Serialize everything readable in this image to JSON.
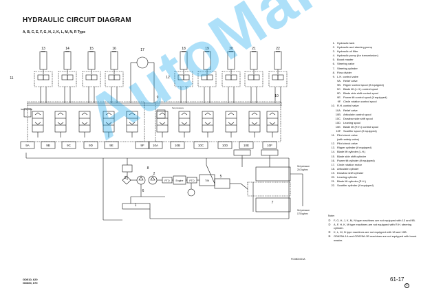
{
  "document": {
    "title": "HYDRAULIC CIRCUIT DIAGRAM",
    "subtitle": "A, B, C, E, F, G, H, J, K, L, M, N, R Type",
    "models": [
      "GD510, 620",
      "GD660, 670"
    ],
    "page_number": "61-17",
    "page_circle": "2",
    "figure_code": "FC0801001A"
  },
  "watermark": "AutoManuals",
  "legend": [
    {
      "num": "1.",
      "text": "Hydraulic tank"
    },
    {
      "num": "2.",
      "text": "Hydraulic and steering pump"
    },
    {
      "num": "3.",
      "text": "Hydraulic oil filter"
    },
    {
      "num": "4.",
      "text": "Hydraulic pump (for transmission)"
    },
    {
      "num": "5.",
      "text": "Boost master"
    },
    {
      "num": "6.",
      "text": "Steering valve"
    },
    {
      "num": "7.",
      "text": "Steering cylinder"
    },
    {
      "num": "8.",
      "text": "Flow divider"
    },
    {
      "num": "9.",
      "text": "L.H. control valve"
    },
    {
      "num": "9A.",
      "text": "Relief valve",
      "sub": true
    },
    {
      "num": "9B.",
      "text": "Ripper control spool (if equipped)",
      "sub": true
    },
    {
      "num": "9C.",
      "text": "Blade lift (L.H.) control spool",
      "sub": true
    },
    {
      "num": "9D.",
      "text": "Blade side shift control spool",
      "sub": true
    },
    {
      "num": "9E.",
      "text": "Power tilt control spool (if equipped)",
      "sub": true
    },
    {
      "num": "9F.",
      "text": "Circle rotation control spool",
      "sub": true
    },
    {
      "num": "10.",
      "text": "R.H. control valve"
    },
    {
      "num": "10A.",
      "text": "Relief valve",
      "sub": true
    },
    {
      "num": "10B.",
      "text": "Articulate control spool",
      "sub": true
    },
    {
      "num": "10C.",
      "text": "Drawbar side shift spool",
      "sub": true
    },
    {
      "num": "10D.",
      "text": "Leaning spool",
      "sub": true
    },
    {
      "num": "10E.",
      "text": "Blade lift (R.H.) control spool",
      "sub": true
    },
    {
      "num": "10F.",
      "text": "Scarifier spool (if equipped)",
      "sub": true
    },
    {
      "num": "11.",
      "text": "Pilot check valve"
    },
    {
      "num": "",
      "text": "(with safety valve)"
    },
    {
      "num": "12.",
      "text": "Pilot check valve"
    },
    {
      "num": "13.",
      "text": "Ripper cylinder (if equipped)"
    },
    {
      "num": "14.",
      "text": "Blade lift cylinder (L.H.)"
    },
    {
      "num": "15.",
      "text": "Blade side shift cylinder"
    },
    {
      "num": "16.",
      "text": "Power tilt cylinder (if equipped)"
    },
    {
      "num": "17.",
      "text": "Circle rotation motor"
    },
    {
      "num": "18.",
      "text": "Articulate cylinder"
    },
    {
      "num": "19.",
      "text": "Drawbar shift cylinder"
    },
    {
      "num": "20.",
      "text": "Leaning cylinder"
    },
    {
      "num": "21.",
      "text": "Blade lift cylinder (R.H.)"
    },
    {
      "num": "22.",
      "text": "Scarifier cylinder (if equipped)"
    }
  ],
  "notes": {
    "heading": "Note:",
    "items": [
      {
        "mark": "①",
        "text": "F, G, H, J, K, M, N type machines are not equipped with 13 and 9B."
      },
      {
        "mark": "②",
        "text": "A, F, H, K, M type machines are not equipped with R.H. steering cylinder."
      },
      {
        "mark": "③",
        "text": "K, L, M, N type machines are not equipped with 18 and 10B."
      },
      {
        "mark": "④",
        "text": "GD625A-1A and GD625A-1B machines are not equipped with boost master."
      }
    ]
  },
  "diagram": {
    "cylinder_labels": [
      "13",
      "14",
      "15",
      "16",
      "17",
      "18",
      "19",
      "20",
      "21",
      "22"
    ],
    "spool_labels": [
      "9A",
      "9B",
      "9C",
      "9D",
      "9E",
      "9F",
      "10A",
      "10B",
      "10C",
      "10D",
      "10E",
      "10F"
    ],
    "callouts": [
      "11",
      "12",
      "9",
      "10",
      "8",
      "5",
      "6",
      "7",
      "1",
      "2",
      "3",
      "4"
    ],
    "component_text": [
      "PTO",
      "Engine",
      "PTO",
      "T/M"
    ],
    "set_pressure": [
      "Set pressure",
      "210 kg/cm²",
      "175 kg/cm²"
    ]
  },
  "colors": {
    "ink": "#111111",
    "watermark": "#00a0eb"
  }
}
